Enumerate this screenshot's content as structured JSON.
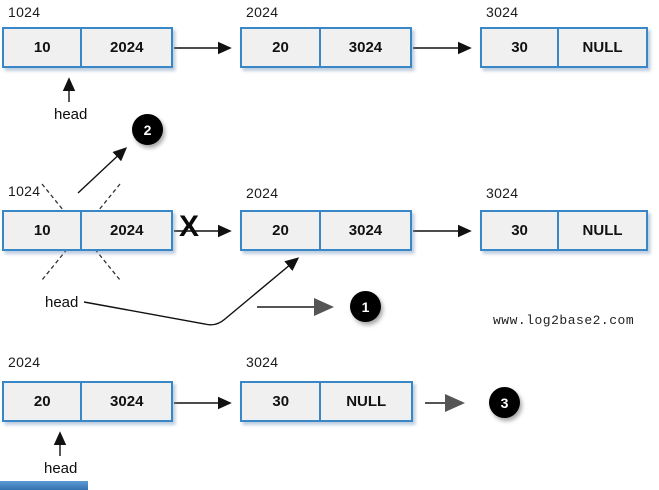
{
  "colors": {
    "node_border": "#3a87c8",
    "node_fill": "#f0f0f0",
    "badge_bg": "#000000",
    "badge_fg": "#ffffff",
    "arrow_black": "#111111",
    "arrow_gray": "#555555"
  },
  "watermark": {
    "text": "www.log2base2.com"
  },
  "rows": [
    {
      "head_label": "head",
      "nodes": [
        {
          "address": "1024",
          "data": "10",
          "next": "2024"
        },
        {
          "address": "2024",
          "data": "20",
          "next": "3024"
        },
        {
          "address": "3024",
          "data": "30",
          "next": "NULL"
        }
      ]
    },
    {
      "head_label": "head",
      "x_mark": "X",
      "badge_free_node": "2",
      "badge_move_head": "1",
      "nodes": [
        {
          "address": "1024",
          "data": "10",
          "next": "2024"
        },
        {
          "address": "2024",
          "data": "20",
          "next": "3024"
        },
        {
          "address": "3024",
          "data": "30",
          "next": "NULL"
        }
      ]
    },
    {
      "head_label": "head",
      "badge_result": "3",
      "nodes": [
        {
          "address": "2024",
          "data": "20",
          "next": "3024"
        },
        {
          "address": "3024",
          "data": "30",
          "next": "NULL"
        }
      ]
    }
  ]
}
